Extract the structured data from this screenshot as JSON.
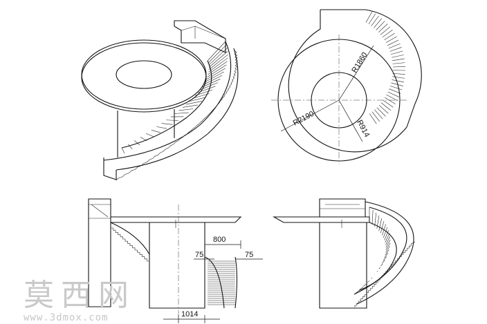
{
  "dimensions": {
    "plan_outer_radius": "R2190",
    "plan_mid_radius": "R1860",
    "plan_inner_radius": "R914",
    "stair_width": "800",
    "left_offset": "75",
    "right_offset": "75",
    "base_width": "1014"
  },
  "watermark": {
    "brand": "莫西网",
    "url": "www.3dmox.com"
  }
}
